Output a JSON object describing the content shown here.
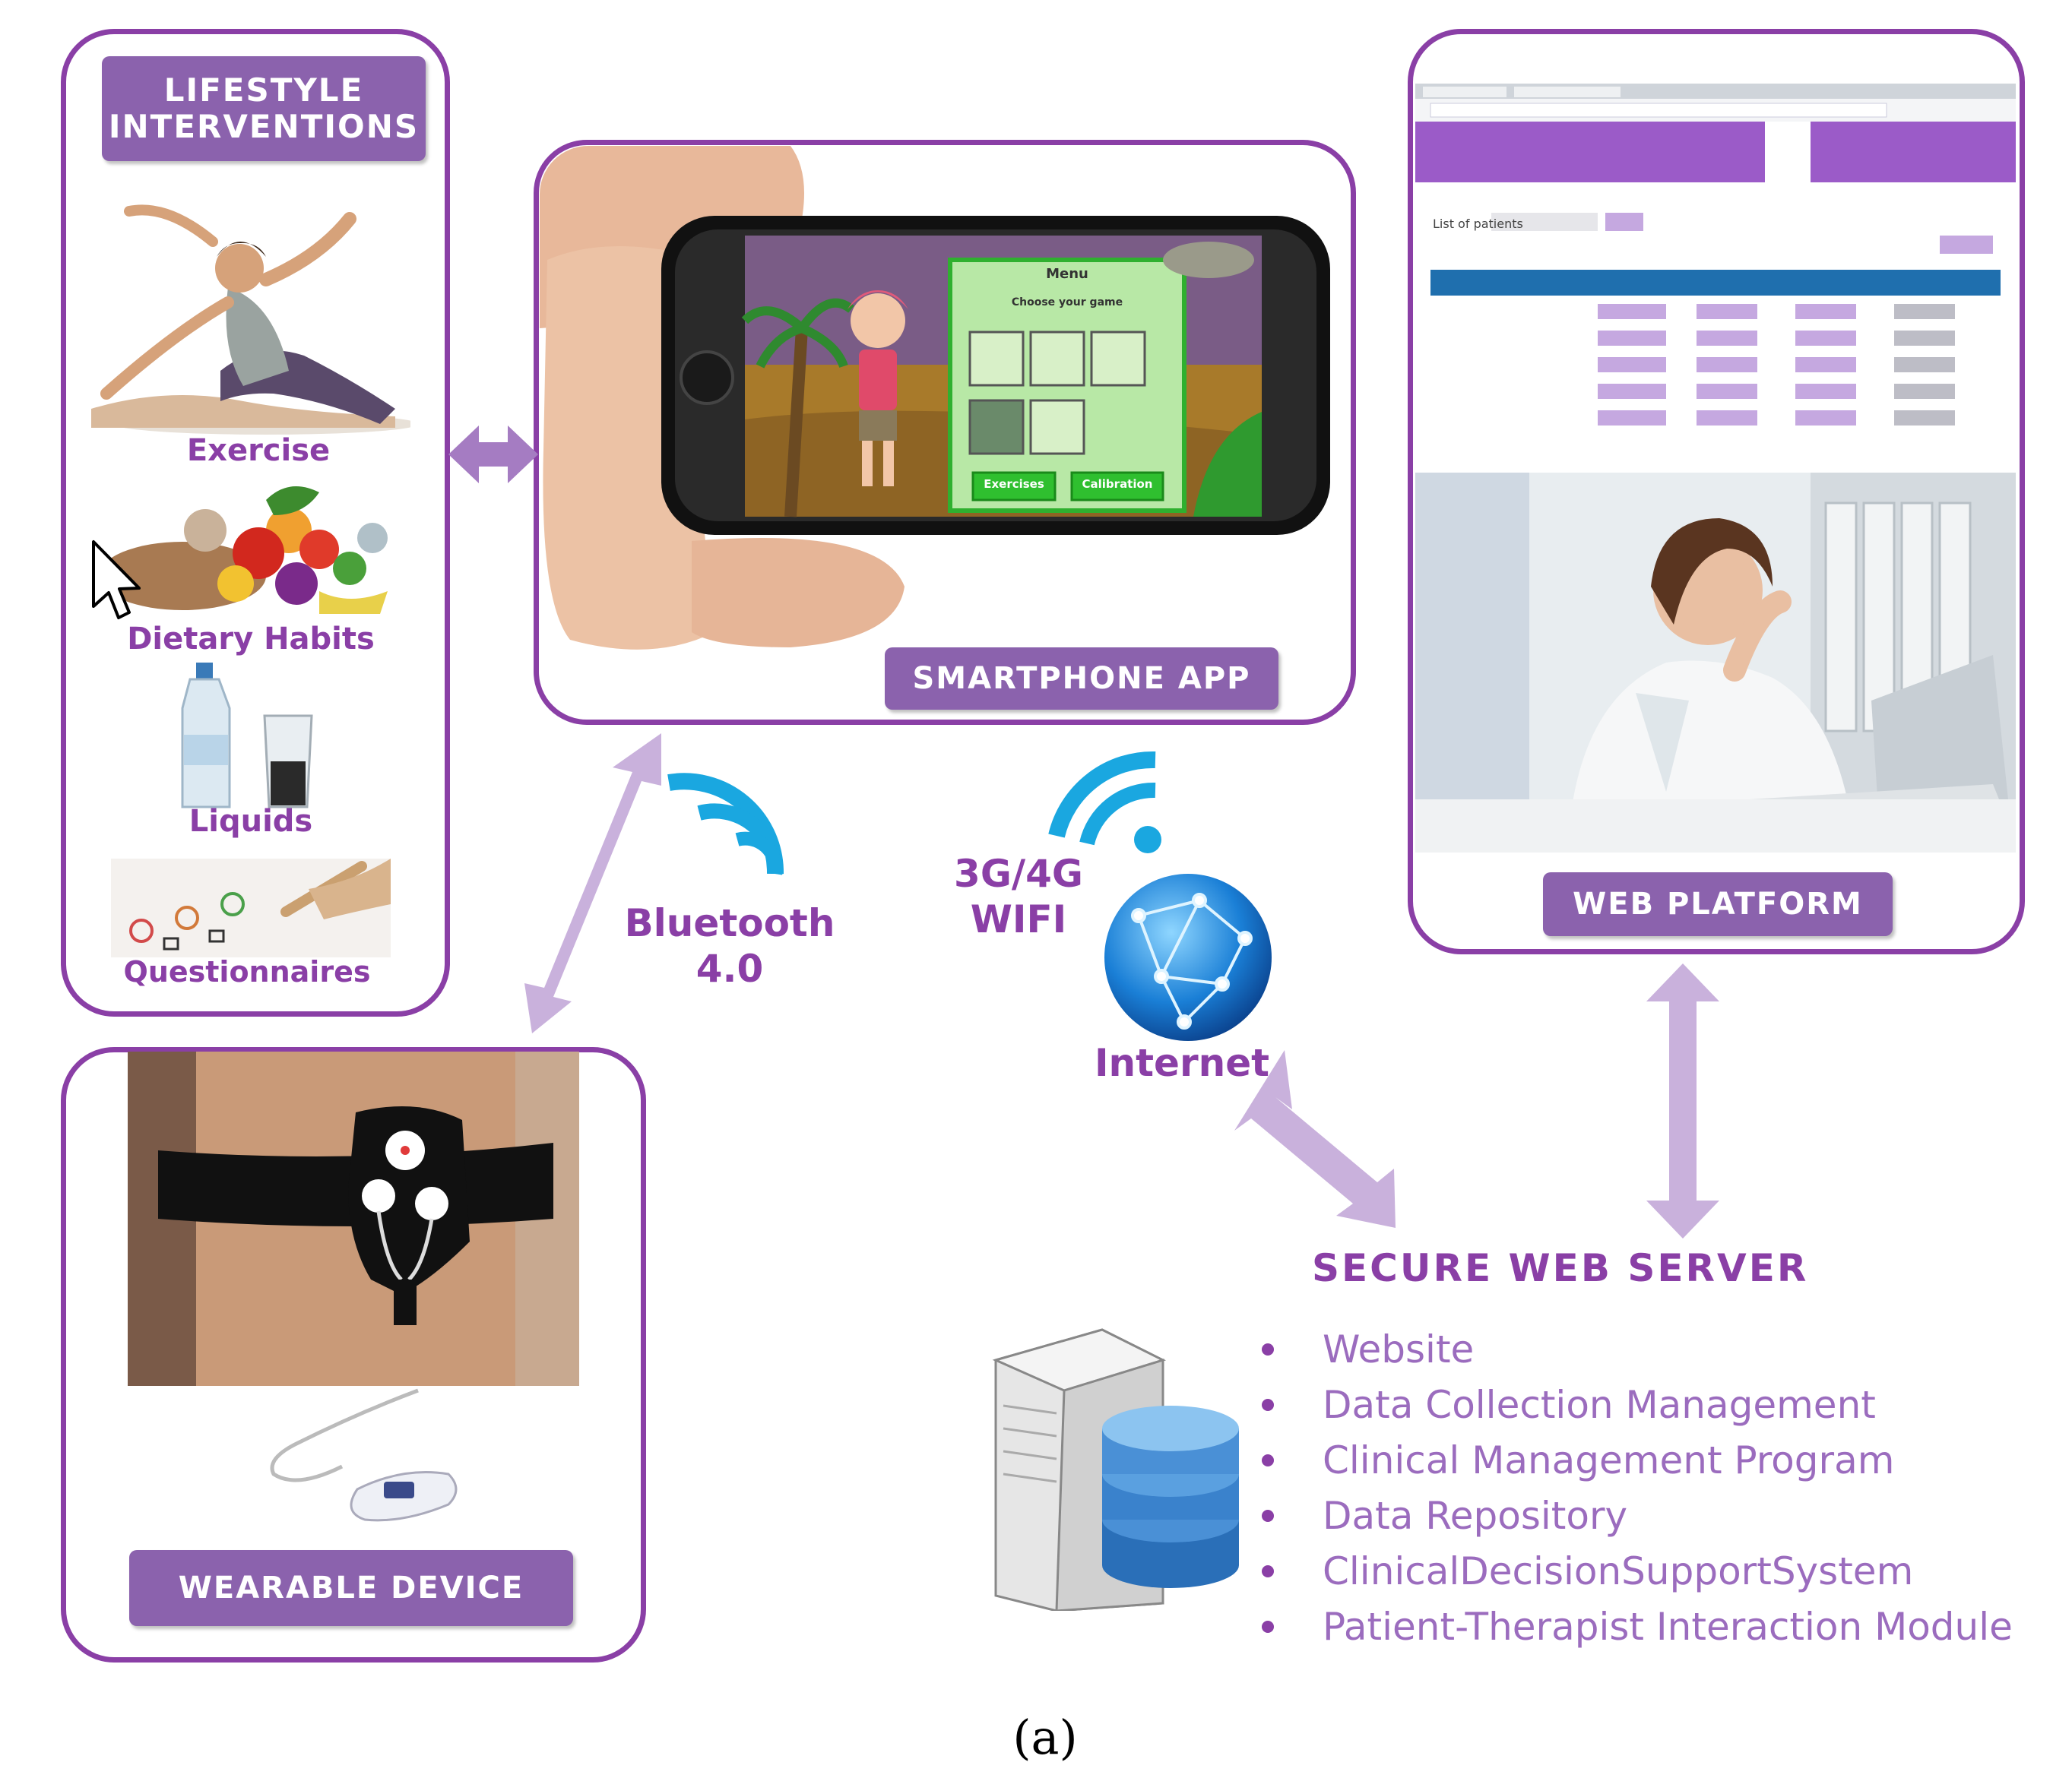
{
  "lifestyle": {
    "title_line1": "LIFESTYLE",
    "title_line2": "INTERVENTIONS",
    "items": [
      "Exercise",
      "Dietary Habits",
      "Liquids",
      "Questionnaires"
    ]
  },
  "smartphone": {
    "label": "SMARTPHONE APP",
    "game_menu_title": "Menu",
    "game_menu_subtitle": "Choose your game",
    "game_buttons": [
      "Exercises",
      "Calibration"
    ]
  },
  "web_platform": {
    "label": "WEB PLATFORM",
    "page_heading": "List of patients"
  },
  "wearable": {
    "label": "WEARABLE DEVICE"
  },
  "connections": {
    "bluetooth_line1": "Bluetooth",
    "bluetooth_line2": "4.0",
    "network_line1": "3G/4G",
    "network_line2": "WIFI",
    "internet": "Internet"
  },
  "server": {
    "title": "SECURE WEB SERVER",
    "items": [
      "Website",
      "Data Collection Management",
      "Clinical Management Program",
      "Data Repository",
      "ClinicalDecisionSupportSystem",
      "Patient-Therapist Interaction Module"
    ]
  },
  "figure_label": "(a)",
  "colors": {
    "panel_border": "#8a3fa6",
    "tag_fill": "#8b62ad",
    "arrow": "#c9b1dc",
    "wifi": "#1aa7e0"
  }
}
